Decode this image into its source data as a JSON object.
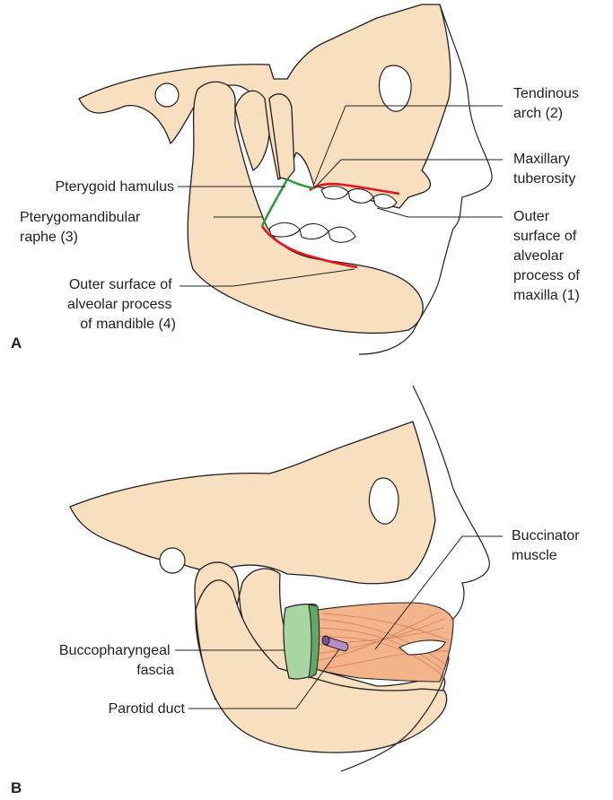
{
  "panel_a": {
    "letter": "A",
    "labels": {
      "tendinous_arch": [
        "Tendinous",
        "arch (2)"
      ],
      "pterygoid_hamulus": [
        "Pterygoid hamulus"
      ],
      "maxillary_tuberosity": [
        "Maxillary",
        "tuberosity"
      ],
      "pterygomandibular_raphe": [
        "Pterygomandibular",
        "raphe (3)"
      ],
      "outer_surface_maxilla": [
        "Outer",
        "surface of",
        "alveolar",
        "process of",
        "maxilla (1)"
      ],
      "outer_surface_mandible": [
        "Outer surface of",
        "alveolar process",
        "of mandible (4)"
      ]
    }
  },
  "panel_b": {
    "letter": "B",
    "labels": {
      "buccinator_muscle": [
        "Buccinator",
        "muscle"
      ],
      "buccopharyngeal_fascia": [
        "Buccopharyngeal",
        "fascia"
      ],
      "parotid_duct": [
        "Parotid duct"
      ]
    }
  },
  "colors": {
    "bone": "#f7dfc0",
    "bone_shadow": "#e9c69b",
    "muscle": "#f3b48c",
    "muscle_fiber": "#d9825a",
    "fascia": "#a8d5a0",
    "duct": "#b48cc8",
    "red_line": "#e3161b",
    "green_line": "#2a9d3f",
    "outline": "#231f20"
  }
}
